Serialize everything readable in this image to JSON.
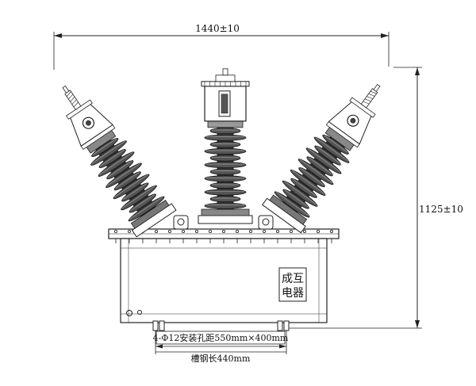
{
  "dimensions": {
    "width_label": "1440±10",
    "height_label": "1125±10"
  },
  "labels": {
    "mounting": "4-Φ12安装孔距550mm×400mm",
    "channel": "槽钢长440mm"
  },
  "nameplate": {
    "line1": "成互",
    "line2": "电器"
  },
  "colors": {
    "line": "#1a1a1a",
    "porcelain": "#555555",
    "porcelain_dark": "#333333"
  }
}
